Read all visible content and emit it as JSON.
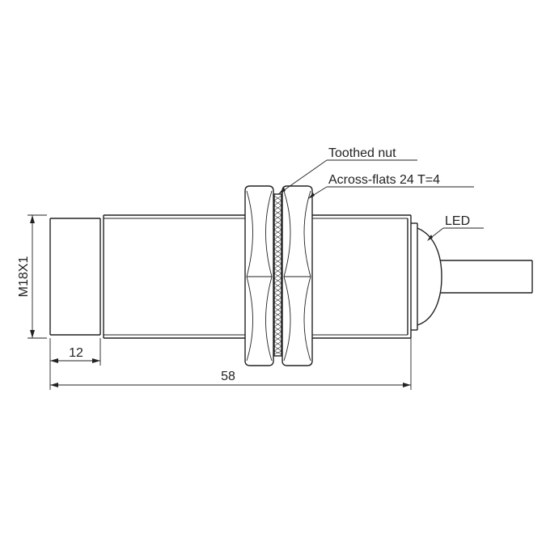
{
  "labels": {
    "toothed_nut": "Toothed nut",
    "across_flats": "Across-flats 24 T=4",
    "led": "LED"
  },
  "dimensions": {
    "thread": "M18X1",
    "front_length": "12",
    "total_length": "58"
  },
  "colors": {
    "line": "#222222",
    "background": "#ffffff"
  }
}
